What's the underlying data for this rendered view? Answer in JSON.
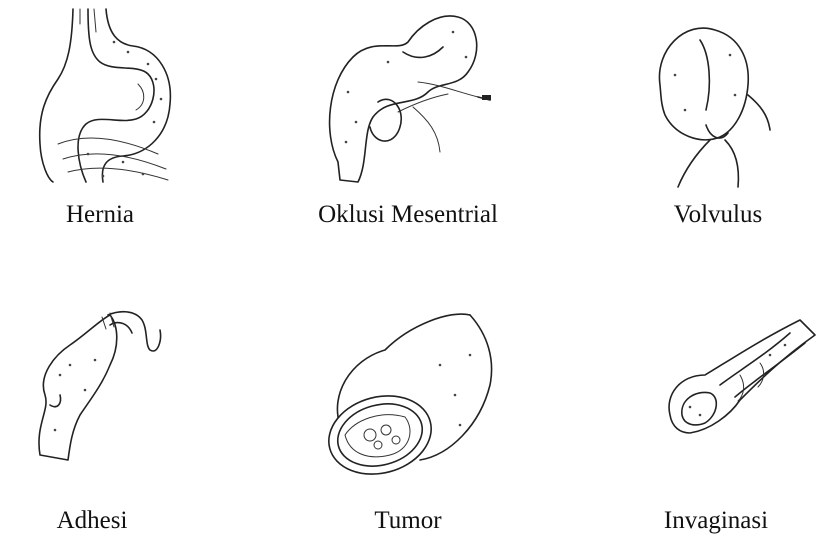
{
  "panels": [
    {
      "label": "Hernia"
    },
    {
      "label": "Oklusi Mesentrial"
    },
    {
      "label": "Volvulus"
    },
    {
      "label": "Adhesi"
    },
    {
      "label": "Tumor"
    },
    {
      "label": "Invaginasi"
    }
  ]
}
